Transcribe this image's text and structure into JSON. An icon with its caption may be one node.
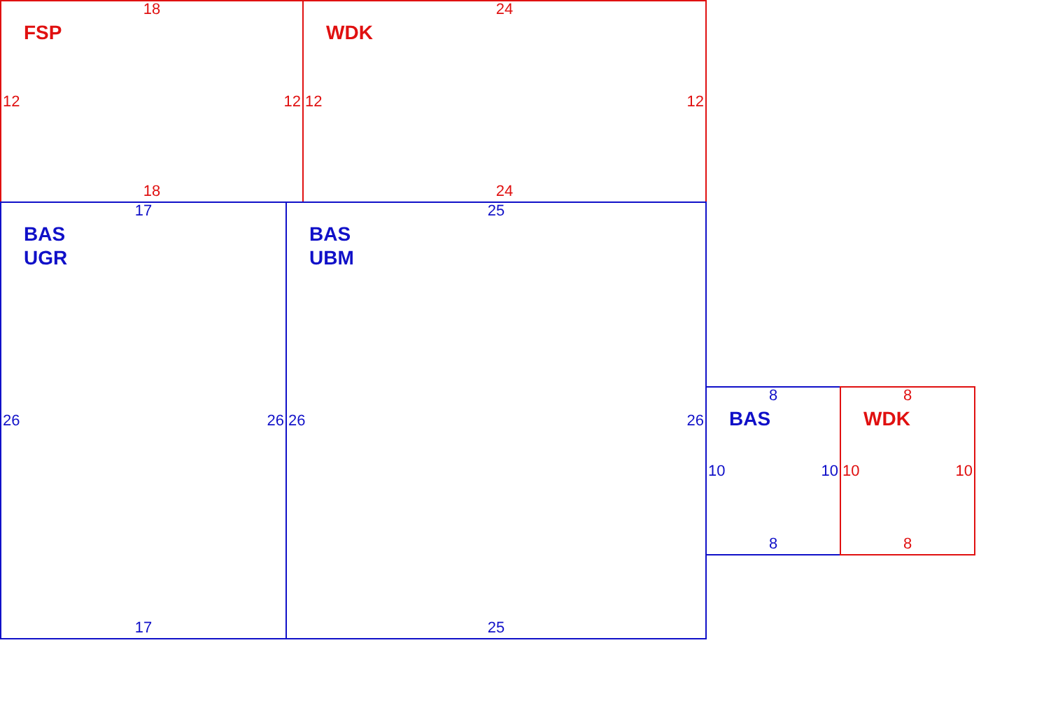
{
  "diagram": {
    "nodes": [
      {
        "text": [
          "FSP",
          "18",
          "12",
          "12",
          "18"
        ]
      },
      {
        "text": [
          "WDK",
          "24",
          "12",
          "12",
          "24"
        ]
      },
      {
        "text": [
          "BAS UGR",
          "17",
          "26",
          "26",
          "17"
        ]
      },
      {
        "text": [
          "BAS UBM",
          "25",
          "26",
          "26",
          "25"
        ]
      },
      {
        "text": [
          "BAS",
          "8",
          "10",
          "10",
          "8"
        ]
      },
      {
        "text": [
          "WDK",
          "8",
          "10",
          "10",
          "8"
        ]
      }
    ]
  }
}
